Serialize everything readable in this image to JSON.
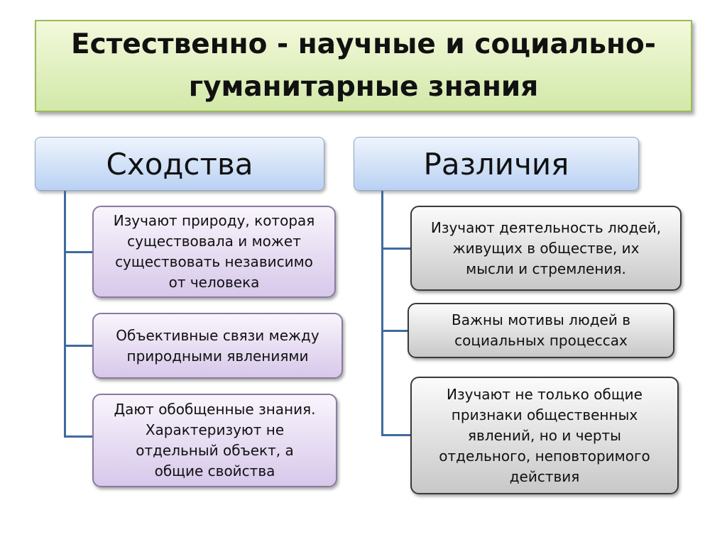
{
  "title": "Естественно - научные и социально-\nгуманитарные знания",
  "similarities": {
    "header": "Сходства",
    "items": [
      "Изучают природу, которая\nсуществовала и может\nсуществовать независимо\nот человека",
      "Объективные связи между\nприродными явлениями",
      "Дают обобщенные знания.\nХарактеризуют не\nотдельный объект, а\nобщие свойства"
    ]
  },
  "differences": {
    "header": "Различия",
    "items": [
      "Изучают деятельность людей,\nживущих в обществе, их\nмысли и стремления.",
      "Важны мотивы людей в\nсоциальных процессах",
      "Изучают не только общие\nпризнаки общественных\nявлений, но и черты\nотдельного, неповторимого\nдействия"
    ]
  }
}
